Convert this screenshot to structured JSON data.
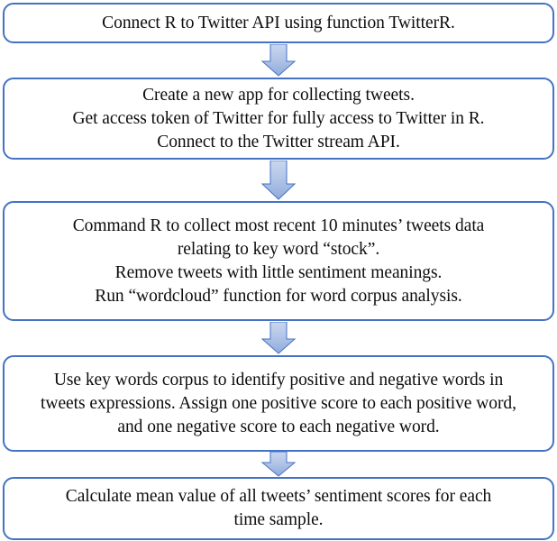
{
  "diagram": {
    "title": "Twitter sentiment analysis workflow flowchart",
    "type": "flowchart",
    "orientation": "vertical",
    "colors": {
      "box_border": "#4472C4",
      "box_fill": "#FFFFFF",
      "arrow_fill_light": "#C5D3EC",
      "arrow_fill_dark": "#8FAADC",
      "arrow_outline": "#4472C4",
      "text": "#0D0D0D"
    },
    "steps": [
      {
        "id": "step-1",
        "lines": [
          "Connect R to Twitter API using function TwitterR."
        ]
      },
      {
        "id": "step-2",
        "lines": [
          "Create a new app for collecting tweets.",
          "Get access token of Twitter for fully access to Twitter in R.",
          "Connect to the Twitter stream API."
        ]
      },
      {
        "id": "step-3",
        "lines": [
          "Command R to collect most recent 10 minutes’ tweets data",
          "relating to key word “stock”.",
          "Remove tweets with little sentiment meanings.",
          "Run “wordcloud” function for word corpus analysis."
        ]
      },
      {
        "id": "step-4",
        "lines": [
          "Use key words corpus to identify positive and negative words in",
          "tweets expressions. Assign one positive score to each positive word,",
          "and one negative score to each negative word."
        ]
      },
      {
        "id": "step-5",
        "lines": [
          "Calculate mean value of all tweets’ sentiment scores for each",
          "time sample."
        ]
      }
    ],
    "connectors": [
      {
        "id": "connector-1",
        "from": "step-1",
        "to": "step-2",
        "direction": "down"
      },
      {
        "id": "connector-2",
        "from": "step-2",
        "to": "step-3",
        "direction": "down"
      },
      {
        "id": "connector-3",
        "from": "step-3",
        "to": "step-4",
        "direction": "down"
      },
      {
        "id": "connector-4",
        "from": "step-4",
        "to": "step-5",
        "direction": "down"
      }
    ]
  }
}
